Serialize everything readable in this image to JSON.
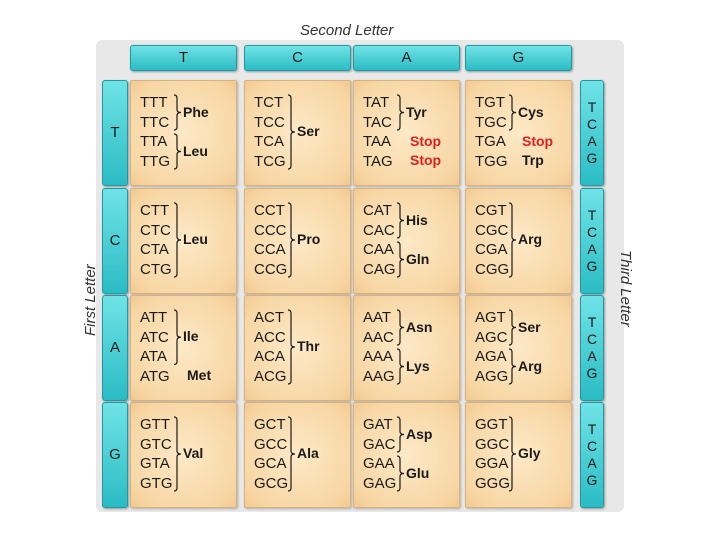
{
  "labels": {
    "second": "Second Letter",
    "first": "First Letter",
    "third": "Third Letter"
  },
  "bases": [
    "T",
    "C",
    "A",
    "G"
  ],
  "third_letters": [
    "T",
    "C",
    "A",
    "G"
  ],
  "colors": {
    "header": "#2bbcc4",
    "cell": "#f7d6a3",
    "stop": "#e02020"
  },
  "cells": [
    [
      {
        "codons": [
          "TTT",
          "TTC",
          "TTA",
          "TTG"
        ],
        "groups": [
          {
            "span": [
              0,
              1
            ],
            "aa": "Phe"
          },
          {
            "span": [
              2,
              3
            ],
            "aa": "Leu"
          }
        ]
      },
      {
        "codons": [
          "TCT",
          "TCC",
          "TCA",
          "TCG"
        ],
        "groups": [
          {
            "span": [
              0,
              3
            ],
            "aa": "Ser"
          }
        ]
      },
      {
        "codons": [
          "TAT",
          "TAC",
          "TAA",
          "TAG"
        ],
        "groups": [
          {
            "span": [
              0,
              1
            ],
            "aa": "Tyr"
          },
          {
            "span": [
              2,
              2
            ],
            "aa": "Stop",
            "stop": true,
            "nobrace": true
          },
          {
            "span": [
              3,
              3
            ],
            "aa": "Stop",
            "stop": true,
            "nobrace": true
          }
        ]
      },
      {
        "codons": [
          "TGT",
          "TGC",
          "TGA",
          "TGG"
        ],
        "groups": [
          {
            "span": [
              0,
              1
            ],
            "aa": "Cys"
          },
          {
            "span": [
              2,
              2
            ],
            "aa": "Stop",
            "stop": true,
            "nobrace": true
          },
          {
            "span": [
              3,
              3
            ],
            "aa": "Trp",
            "nobrace": true
          }
        ]
      }
    ],
    [
      {
        "codons": [
          "CTT",
          "CTC",
          "CTA",
          "CTG"
        ],
        "groups": [
          {
            "span": [
              0,
              3
            ],
            "aa": "Leu"
          }
        ]
      },
      {
        "codons": [
          "CCT",
          "CCC",
          "CCA",
          "CCG"
        ],
        "groups": [
          {
            "span": [
              0,
              3
            ],
            "aa": "Pro"
          }
        ]
      },
      {
        "codons": [
          "CAT",
          "CAC",
          "CAA",
          "CAG"
        ],
        "groups": [
          {
            "span": [
              0,
              1
            ],
            "aa": "His"
          },
          {
            "span": [
              2,
              3
            ],
            "aa": "Gln"
          }
        ]
      },
      {
        "codons": [
          "CGT",
          "CGC",
          "CGA",
          "CGG"
        ],
        "groups": [
          {
            "span": [
              0,
              3
            ],
            "aa": "Arg"
          }
        ]
      }
    ],
    [
      {
        "codons": [
          "ATT",
          "ATC",
          "ATA",
          "ATG"
        ],
        "groups": [
          {
            "span": [
              0,
              2
            ],
            "aa": "Ile"
          },
          {
            "span": [
              3,
              3
            ],
            "aa": "Met",
            "nobrace": true
          }
        ]
      },
      {
        "codons": [
          "ACT",
          "ACC",
          "ACA",
          "ACG"
        ],
        "groups": [
          {
            "span": [
              0,
              3
            ],
            "aa": "Thr"
          }
        ]
      },
      {
        "codons": [
          "AAT",
          "AAC",
          "AAA",
          "AAG"
        ],
        "groups": [
          {
            "span": [
              0,
              1
            ],
            "aa": "Asn"
          },
          {
            "span": [
              2,
              3
            ],
            "aa": "Lys"
          }
        ]
      },
      {
        "codons": [
          "AGT",
          "AGC",
          "AGA",
          "AGG"
        ],
        "groups": [
          {
            "span": [
              0,
              1
            ],
            "aa": "Ser"
          },
          {
            "span": [
              2,
              3
            ],
            "aa": "Arg"
          }
        ]
      }
    ],
    [
      {
        "codons": [
          "GTT",
          "GTC",
          "GTA",
          "GTG"
        ],
        "groups": [
          {
            "span": [
              0,
              3
            ],
            "aa": "Val"
          }
        ]
      },
      {
        "codons": [
          "GCT",
          "GCC",
          "GCA",
          "GCG"
        ],
        "groups": [
          {
            "span": [
              0,
              3
            ],
            "aa": "Ala"
          }
        ]
      },
      {
        "codons": [
          "GAT",
          "GAC",
          "GAA",
          "GAG"
        ],
        "groups": [
          {
            "span": [
              0,
              1
            ],
            "aa": "Asp"
          },
          {
            "span": [
              2,
              3
            ],
            "aa": "Glu"
          }
        ]
      },
      {
        "codons": [
          "GGT",
          "GGC",
          "GGA",
          "GGG"
        ],
        "groups": [
          {
            "span": [
              0,
              3
            ],
            "aa": "Gly"
          }
        ]
      }
    ]
  ]
}
